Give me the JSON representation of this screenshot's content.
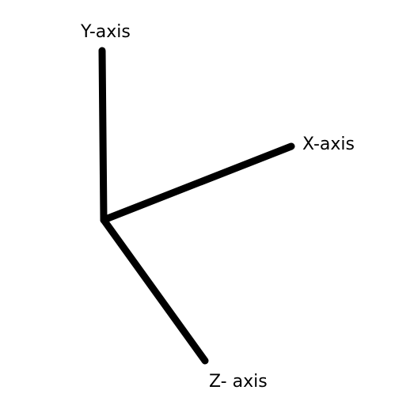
{
  "diagram": {
    "axes": [
      {
        "id": "y",
        "label": "Y-axis"
      },
      {
        "id": "x",
        "label": "X-axis"
      },
      {
        "id": "z",
        "label": "Z- axis"
      }
    ],
    "line_color": "#000000",
    "background_color": "#ffffff"
  }
}
